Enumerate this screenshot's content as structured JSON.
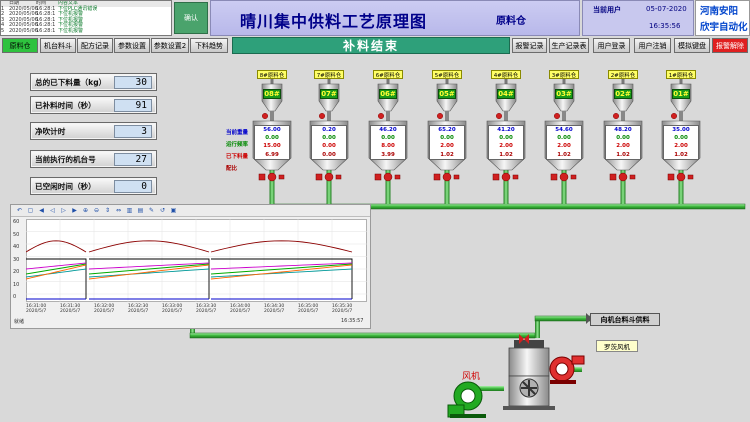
{
  "header": {
    "title": "晴川集中供料工艺原理图",
    "subtitle": "原料仓",
    "confirm_label": "确认",
    "user_label": "当前用户",
    "date": "05-07-2020",
    "time": "16:35:56",
    "brand_line1": "河南安阳",
    "brand_line2": "欣宇自动化"
  },
  "alarm_log": {
    "columns": [
      "",
      "日期",
      "时间",
      "内容文本"
    ],
    "rows": [
      [
        "1",
        "2020/05/06",
        "16:28:1",
        "下位PLC通讯错误"
      ],
      [
        "2",
        "2020/05/06",
        "16:28:1",
        "下位机报警"
      ],
      [
        "3",
        "2020/05/06",
        "16:28:1",
        "下位机报警"
      ],
      [
        "4",
        "2020/05/06",
        "16:28:1",
        "下位机报警"
      ],
      [
        "5",
        "2020/05/06",
        "16:28:1",
        "下位机报警"
      ]
    ]
  },
  "nav": {
    "buttons": [
      "原料仓",
      "机台料斗",
      "配方记录",
      "参数设置",
      "参数设置2",
      "下料趋势"
    ],
    "right_buttons": [
      "报警记录",
      "生产记录表",
      "用户登录",
      "用户注销",
      "模拟键盘",
      "报警解除"
    ],
    "status_banner": "补料结束"
  },
  "info_panel": [
    {
      "label": "总的已下料量（kg）",
      "value": "30"
    },
    {
      "label": "已补料时间（秒）",
      "value": "91"
    },
    {
      "label": "净吹计时",
      "value": "3"
    },
    {
      "label": "当前执行的机台号",
      "value": "27"
    },
    {
      "label": "已空闲时间（秒）",
      "value": "0"
    }
  ],
  "legend": [
    {
      "label": "当前重量",
      "color": "#0000cc"
    },
    {
      "label": "运行频率",
      "color": "#008800"
    },
    {
      "label": "已下料量",
      "color": "#cc0000"
    },
    {
      "label": "配比",
      "color": "#aa0000"
    }
  ],
  "silos": [
    {
      "label": "8#原料仓",
      "num": "08#",
      "values": [
        "56.00",
        "0.00",
        "15.00",
        "6.99"
      ]
    },
    {
      "label": "7#原料仓",
      "num": "07#",
      "values": [
        "0.20",
        "0.00",
        "0.00",
        "0.00"
      ]
    },
    {
      "label": "6#原料仓",
      "num": "06#",
      "values": [
        "46.20",
        "0.00",
        "8.00",
        "3.99"
      ]
    },
    {
      "label": "5#原料仓",
      "num": "05#",
      "values": [
        "65.20",
        "0.00",
        "2.00",
        "1.02"
      ]
    },
    {
      "label": "4#原料仓",
      "num": "04#",
      "values": [
        "41.20",
        "0.00",
        "2.00",
        "1.02"
      ]
    },
    {
      "label": "3#原料仓",
      "num": "03#",
      "values": [
        "54.60",
        "0.00",
        "2.00",
        "1.02"
      ]
    },
    {
      "label": "2#原料仓",
      "num": "02#",
      "values": [
        "48.20",
        "0.00",
        "2.00",
        "1.02"
      ]
    },
    {
      "label": "1#原料仓",
      "num": "01#",
      "values": [
        "35.00",
        "0.00",
        "2.00",
        "1.02"
      ]
    }
  ],
  "trend": {
    "y_ticks": [
      "60",
      "50",
      "40",
      "30",
      "20",
      "10",
      "0"
    ],
    "x_ticks": [
      [
        "16:31:00",
        "2020/5/7"
      ],
      [
        "16:31:30",
        "2020/5/7"
      ],
      [
        "16:32:00",
        "2020/5/7"
      ],
      [
        "16:32:30",
        "2020/5/7"
      ],
      [
        "16:33:00",
        "2020/5/7"
      ],
      [
        "16:33:30",
        "2020/5/7"
      ],
      [
        "16:34:00",
        "2020/5/7"
      ],
      [
        "16:34:30",
        "2020/5/7"
      ],
      [
        "16:35:00",
        "2020/5/7"
      ],
      [
        "16:35:30",
        "2020/5/7"
      ]
    ],
    "status_left": "就绪",
    "status_right": "16:35:57"
  },
  "bottom": {
    "feed_label": "向机台料斗供料",
    "roots_label": "罗茨风机",
    "fan_label": "风机"
  },
  "colors": {
    "pipe": "#44c044",
    "banner": "#2ea07a",
    "title_band": "#c4c4f0",
    "valve": "#d02020"
  }
}
